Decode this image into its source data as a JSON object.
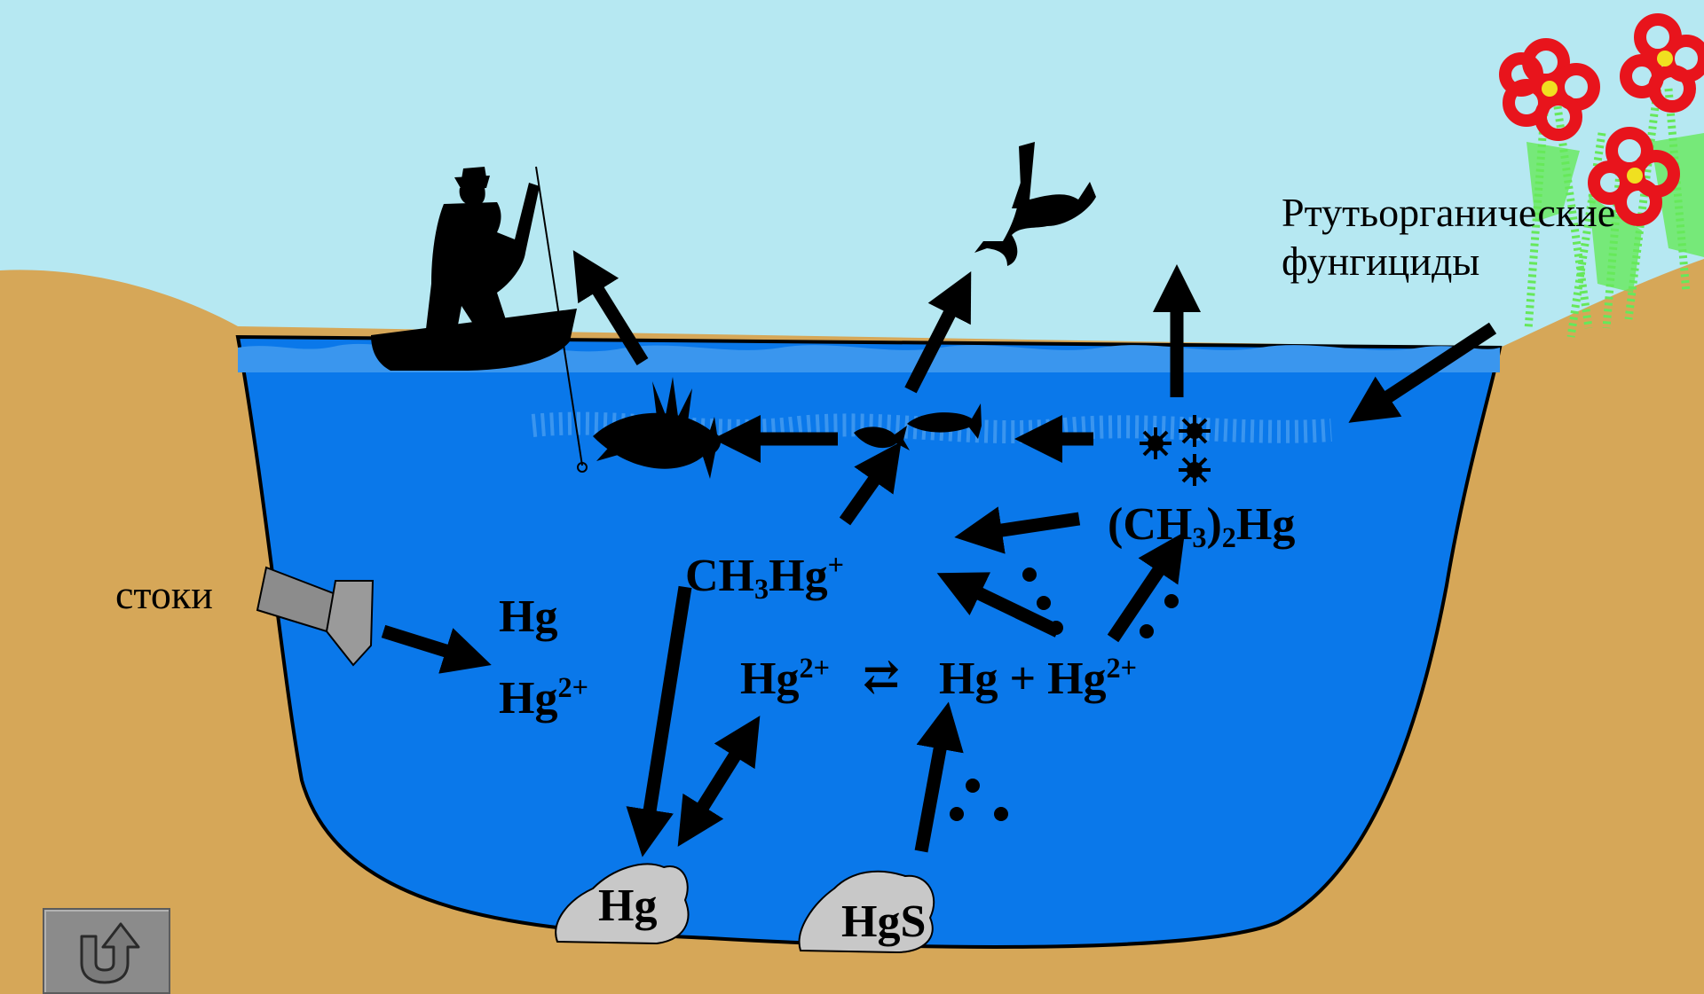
{
  "labels": {
    "fungicides_line1": "Ртутьорганические",
    "fungicides_line2": "фунгициды",
    "runoff": "стоки",
    "hg_elemental": "Hg",
    "hg_ion_base": "Hg",
    "hg_ion_charge": "2+",
    "methylmercury_base": "CH",
    "methylmercury_sub": "3",
    "methylmercury_hg": "Hg",
    "methylmercury_charge": "+",
    "dimethyl_open": "(CH",
    "dimethyl_sub3": "3",
    "dimethyl_close": ")",
    "dimethyl_sub2": "2",
    "dimethyl_hg": "Hg",
    "eq_left_base": "Hg",
    "eq_left_charge": "2+",
    "eq_arrows": "⇄",
    "eq_right_base": "Hg + Hg",
    "eq_right_charge": "2+",
    "sediment_hg": "Hg",
    "sediment_hgs": "HgS"
  },
  "back_button": {
    "icon": "u-turn-up-arrow-icon"
  },
  "colors": {
    "sky": "#b6e8f2",
    "water": "#0a78ea",
    "ground": "#d6a758",
    "rock": "#c8c8c8",
    "flower": "#e8141c",
    "leaves": "#66e85a"
  }
}
